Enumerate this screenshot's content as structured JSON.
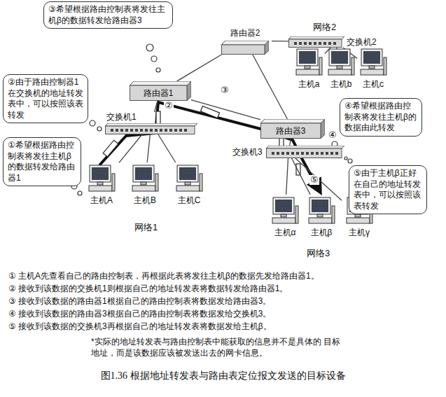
{
  "diagram": {
    "caption": "图1.36 根据地址转发表与路由表定位报文发送的目标设备",
    "nodes": [
      {
        "text": [
          "③希望根据路由控制表将发往主机β的数据转发给路由器3"
        ]
      },
      {
        "text": [
          "路由器2"
        ]
      },
      {
        "text": [
          "网络2"
        ]
      },
      {
        "text": [
          "交换机2"
        ],
        "in": 2
      },
      {
        "text": [
          "主机a"
        ],
        "in": 2
      },
      {
        "text": [
          "主机b"
        ],
        "in": 2
      },
      {
        "text": [
          "主机c"
        ],
        "in": 2
      },
      {
        "text": [
          "②由于路由控制器1在交换机的地址转发表中，可以按照该表转发"
        ]
      },
      {
        "text": [
          "④希望根据路由控制表将发往主机β的数据由此转发"
        ]
      },
      {
        "text": [
          "网络1"
        ]
      },
      {
        "text": [
          "路由器1"
        ],
        "in": 9
      },
      {
        "text": [
          "交换机1"
        ],
        "in": 9
      },
      {
        "text": [
          "主机A"
        ],
        "in": 9
      },
      {
        "text": [
          "主机B"
        ],
        "in": 9
      },
      {
        "text": [
          "主机C"
        ],
        "in": 9
      },
      {
        "text": [
          "①希望根据路由控制表将发往主机β的数据转发给路由器1"
        ]
      },
      {
        "text": [
          "网络3"
        ]
      },
      {
        "text": [
          "路由器3"
        ],
        "in": 16
      },
      {
        "text": [
          "交换机3"
        ],
        "in": 16
      },
      {
        "text": [
          "主机α"
        ],
        "in": 16
      },
      {
        "text": [
          "主机β"
        ],
        "in": 16
      },
      {
        "text": [
          "主机γ"
        ],
        "in": 16
      },
      {
        "text": [
          "⑤由于主机β正好在自己的地址转发表中，可以按照该表转发"
        ]
      }
    ],
    "edges": [
      {
        "from": 10,
        "to": 1,
        "arrow": "none"
      },
      {
        "from": 1,
        "to": 17,
        "arrow": "none"
      },
      {
        "from": 10,
        "to": 17,
        "arrow": "none"
      },
      {
        "from": 1,
        "to": 3,
        "arrow": "none"
      },
      {
        "from": 10,
        "to": 11,
        "arrow": "none"
      },
      {
        "from": 11,
        "to": 12,
        "arrow": "none"
      },
      {
        "from": 11,
        "to": 13,
        "arrow": "none"
      },
      {
        "from": 11,
        "to": 14,
        "arrow": "none"
      },
      {
        "from": 3,
        "to": 4,
        "arrow": "none"
      },
      {
        "from": 3,
        "to": 5,
        "arrow": "none"
      },
      {
        "from": 3,
        "to": 6,
        "arrow": "none"
      },
      {
        "from": 17,
        "to": 18,
        "arrow": "none"
      },
      {
        "from": 18,
        "to": 19,
        "arrow": "none"
      },
      {
        "from": 18,
        "to": 20,
        "arrow": "none"
      },
      {
        "from": 18,
        "to": 21,
        "arrow": "none"
      }
    ],
    "labels": [
      "②",
      "③",
      "④",
      "⑤",
      "① 主机A先查看自己的路由控制表，再根据此表将发往主机β的数据先发给路由器1。",
      "② 接收到该数据的交换机1则根据自己的地址转发表将数据转发给路由器1。",
      "③ 接收到该数据的路由器1根据自己的路由控制表将数据发给路由器3。",
      "④ 接收到该数据的路由器3根据自己的路由控制表将数据发给交换机3。",
      "⑤ 接收到该数据的交换机3再根据自己的地址转发表将数据发给主机β。",
      "*实际的地址转发表与路由控制表中能获取的信息并不是具体的 目标地址，而是该数据应该被发送出去的网卡信息。"
    ]
  }
}
